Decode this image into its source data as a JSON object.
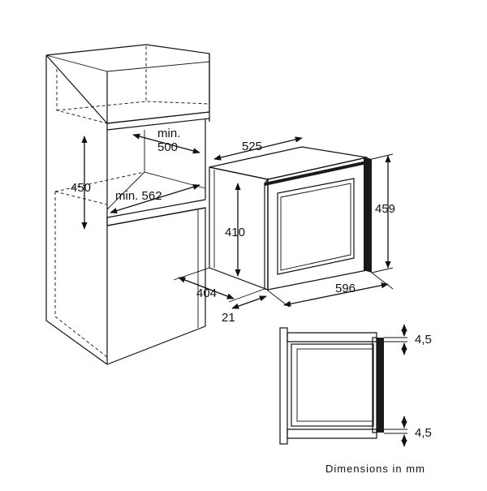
{
  "dimensions": {
    "cabinet_height": "450",
    "min_depth_label": "min.",
    "min_depth_value": "500",
    "min_width": "min. 562",
    "oven_width": "525",
    "oven_height": "410",
    "outer_height": "459",
    "side_depth": "404",
    "front_width": "596",
    "front_offset": "21",
    "gap_top": "4,5",
    "gap_bottom": "4,5"
  },
  "caption": "Dimensions in mm"
}
